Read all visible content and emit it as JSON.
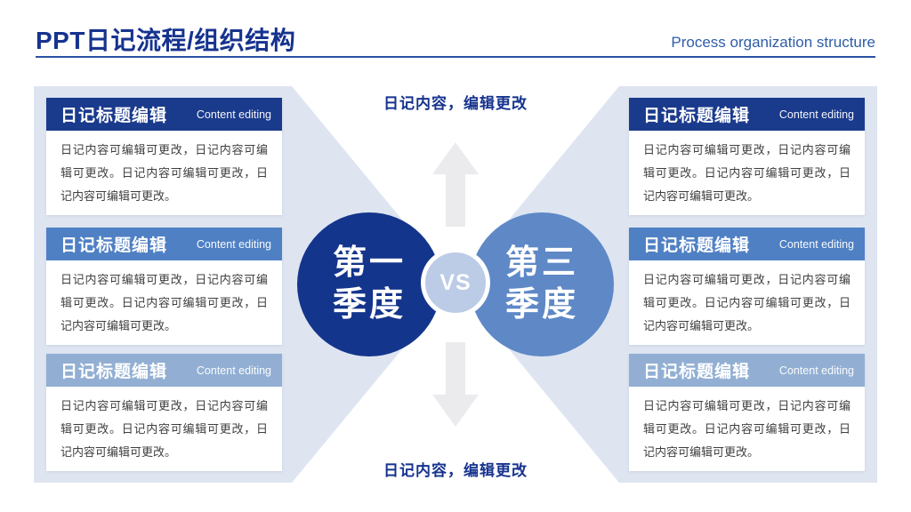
{
  "header": {
    "title": "PPT日记流程/组织结构",
    "subtitle": "Process organization structure"
  },
  "diagram": {
    "top_label": "日记内容，编辑更改",
    "bottom_label": "日记内容，编辑更改",
    "versus": {
      "left_circle": {
        "line1": "第一",
        "line2": "季度"
      },
      "right_circle": {
        "line1": "第三",
        "line2": "季度"
      },
      "vs_label": "VS"
    }
  },
  "cards": {
    "left": [
      {
        "title": "日记标题编辑",
        "subtitle": "Content editing",
        "body": "日记内容可编辑可更改，日记内容可编辑可更改。日记内容可编辑可更改，日记内容可编辑可更改。"
      },
      {
        "title": "日记标题编辑",
        "subtitle": "Content editing",
        "body": "日记内容可编辑可更改，日记内容可编辑可更改。日记内容可编辑可更改，日记内容可编辑可更改。"
      },
      {
        "title": "日记标题编辑",
        "subtitle": "Content editing",
        "body": "日记内容可编辑可更改，日记内容可编辑可更改。日记内容可编辑可更改，日记内容可编辑可更改。"
      }
    ],
    "right": [
      {
        "title": "日记标题编辑",
        "subtitle": "Content editing",
        "body": "日记内容可编辑可更改，日记内容可编辑可更改。日记内容可编辑可更改，日记内容可编辑可更改。"
      },
      {
        "title": "日记标题编辑",
        "subtitle": "Content editing",
        "body": "日记内容可编辑可更改，日记内容可编辑可更改。日记内容可编辑可更改，日记内容可编辑可更改。"
      },
      {
        "title": "日记标题编辑",
        "subtitle": "Content editing",
        "body": "日记内容可编辑可更改，日记内容可编辑可更改。日记内容可编辑可更改，日记内容可编辑可更改。"
      }
    ]
  },
  "colors": {
    "title_text": "#16338e",
    "subtitle_text": "#2e5da8",
    "underline": "#2b51a3",
    "header_row1": "#1a3a8c",
    "header_row2": "#4f80c4",
    "header_row3": "#92afd3",
    "panel_bg": "#dee5f1",
    "circle_left": "#14358c",
    "circle_right": "#5e88c6",
    "vs_circle": "#bccbe6",
    "arrow_gray": "#ebebee",
    "body_text": "#3f3f41"
  }
}
